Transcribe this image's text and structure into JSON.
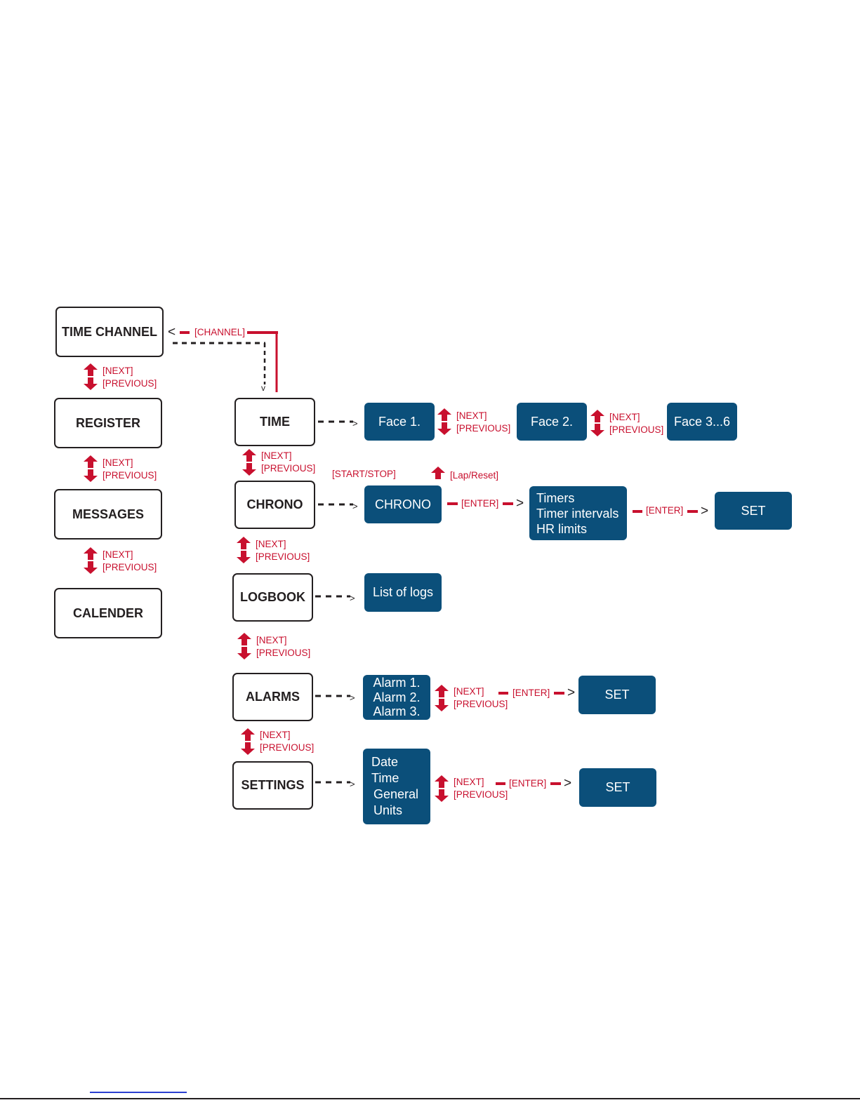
{
  "colors": {
    "accent": "#c8102e",
    "screen": "#0b4f7a",
    "border": "#231f20"
  },
  "main_menu": [
    {
      "id": "time_channel",
      "label": "TIME CHANNEL"
    },
    {
      "id": "register",
      "label": "REGISTER"
    },
    {
      "id": "messages",
      "label": "MESSAGES"
    },
    {
      "id": "calender",
      "label": "CALENDER"
    }
  ],
  "time_channel_menu": [
    {
      "id": "time",
      "label": "TIME"
    },
    {
      "id": "chrono",
      "label": "CHRONO"
    },
    {
      "id": "logbook",
      "label": "LOGBOOK"
    },
    {
      "id": "alarms",
      "label": "ALARMS"
    },
    {
      "id": "settings",
      "label": "SETTINGS"
    }
  ],
  "screens": {
    "face1": "Face 1.",
    "face2": "Face 2.",
    "face3": "Face 3...6",
    "chrono": "CHRONO",
    "timers": [
      "Timers",
      "Timer intervals",
      "HR limits"
    ],
    "chrono_set": "SET",
    "logs": "List of logs",
    "alarms": [
      "Alarm 1.",
      "Alarm 2.",
      "Alarm 3."
    ],
    "alarms_set": "SET",
    "settings": [
      "Date",
      "Time",
      "General",
      "Units"
    ],
    "settings_set": "SET"
  },
  "buttons": {
    "next": "[NEXT]",
    "previous": "[PREVIOUS]",
    "channel": "[CHANNEL]",
    "start_stop": "[START/STOP]",
    "lap_reset": "[Lap/Reset]",
    "enter": "[ENTER]"
  },
  "symbols": {
    "gt": ">",
    "lt": "<",
    "v": "v"
  }
}
